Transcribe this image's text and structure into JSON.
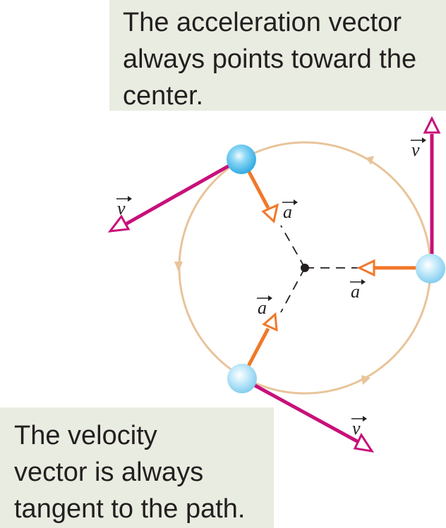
{
  "callouts": {
    "acceleration": {
      "lines": [
        "The acceleration vector",
        "always points toward the",
        "center."
      ]
    },
    "velocity": {
      "lines": [
        "The velocity",
        "vector is always",
        "tangent to the path."
      ]
    }
  },
  "labels": {
    "velocity": "v",
    "acceleration": "a"
  },
  "colors": {
    "callout_bg": "#e9ece0",
    "path": "#e8c49a",
    "velocity": "#c8107a",
    "acceleration": "#f0782a",
    "particle": "#5fc4ee",
    "center": "#231f20"
  }
}
